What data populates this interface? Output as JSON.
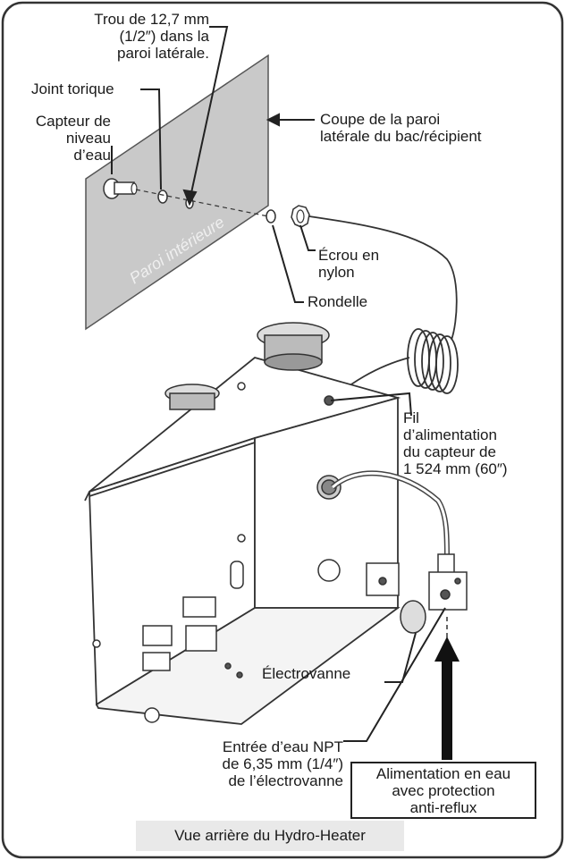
{
  "labels": {
    "hole": "Trou de 12,7 mm\n(1/2″) dans la\nparoi latérale.",
    "oring": "Joint torique",
    "sensor": "Capteur de\nniveau\nd’eau",
    "wall_section": "Coupe de la paroi\nlatérale du bac/récipient",
    "inner_wall": "Paroi intérieure",
    "nut": "Écrou en\nnylon",
    "washer": "Rondelle",
    "wire": "Fil\nd’alimentation\ndu capteur de\n1 524 mm (60″)",
    "valve": "Électrovanne",
    "inlet": "Entrée d’eau NPT\nde 6,35 mm (1/4″)\nde l’électrovanne",
    "supply": "Alimentation en eau\navec protection\nanti-reflux",
    "caption": "Vue arrière du Hydro-Heater"
  }
}
